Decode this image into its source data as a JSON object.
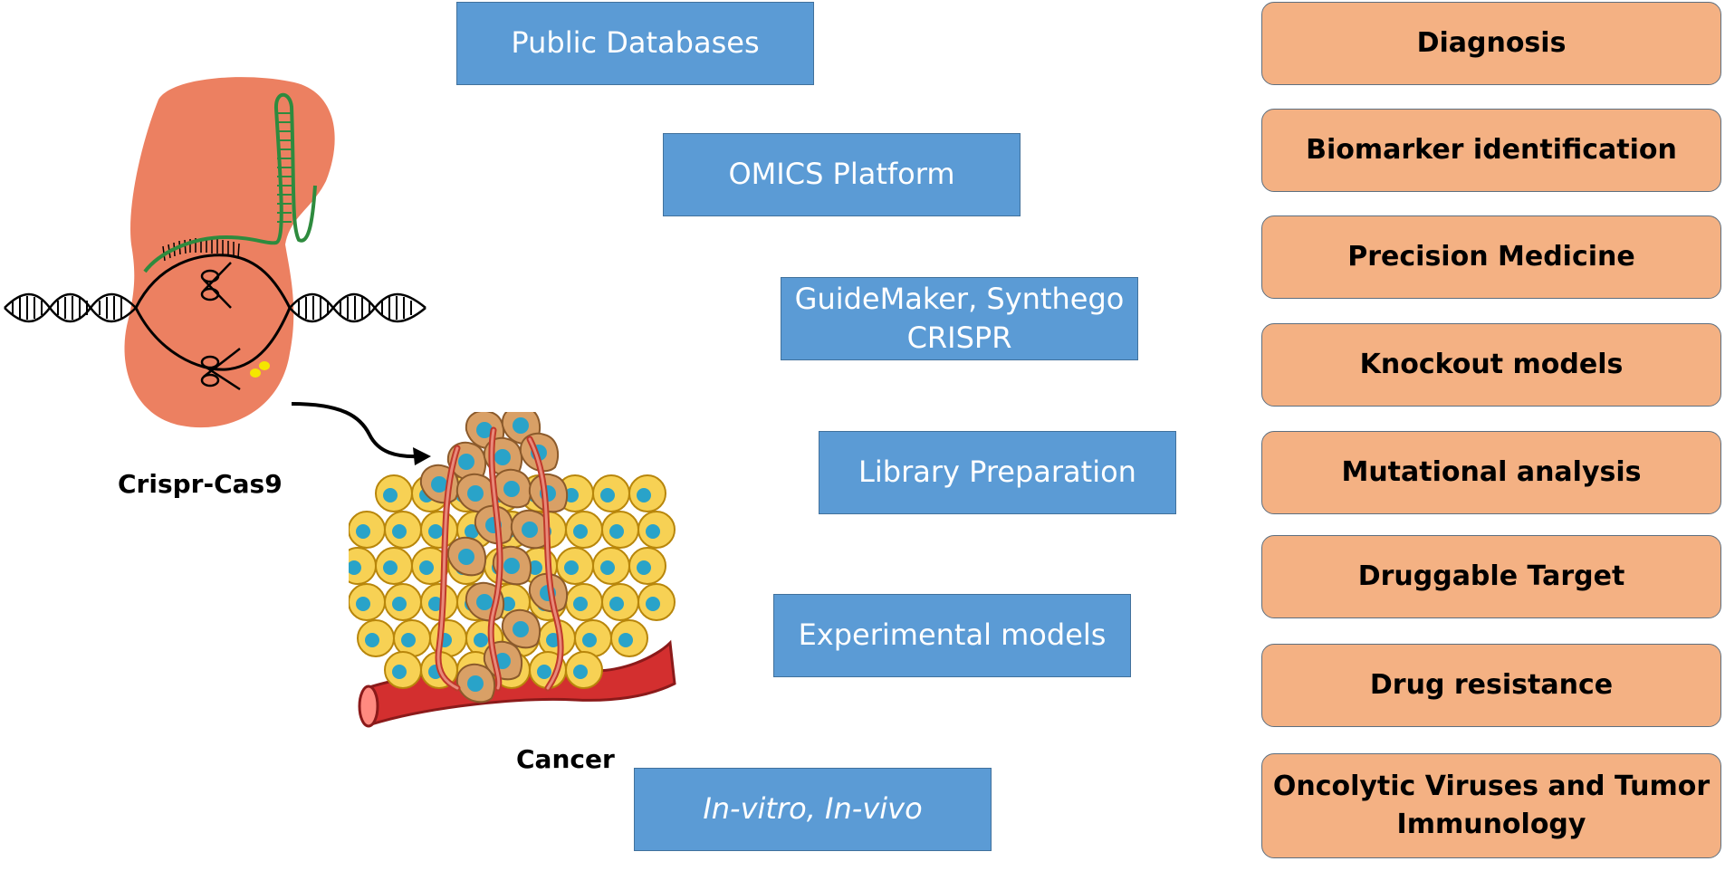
{
  "left_labels": {
    "crispr": "Crispr-Cas9",
    "cancer": "Cancer"
  },
  "tools": [
    "Public Databases",
    "OMICS Platform",
    "GuideMaker, Synthego CRISPR",
    "Library Preparation",
    "Experimental models",
    "In-vitro, In-vivo"
  ],
  "applications": [
    "Diagnosis",
    "Biomarker identification",
    "Precision Medicine",
    "Knockout models",
    "Mutational analysis",
    "Druggable Target",
    "Drug resistance",
    "Oncolytic Viruses and Tumor Immunology"
  ],
  "colors": {
    "tool_box": "#5b9bd5",
    "application_box": "#f4b183",
    "cas9_protein": "#ec8061",
    "guide_rna": "#2e8b3e"
  }
}
